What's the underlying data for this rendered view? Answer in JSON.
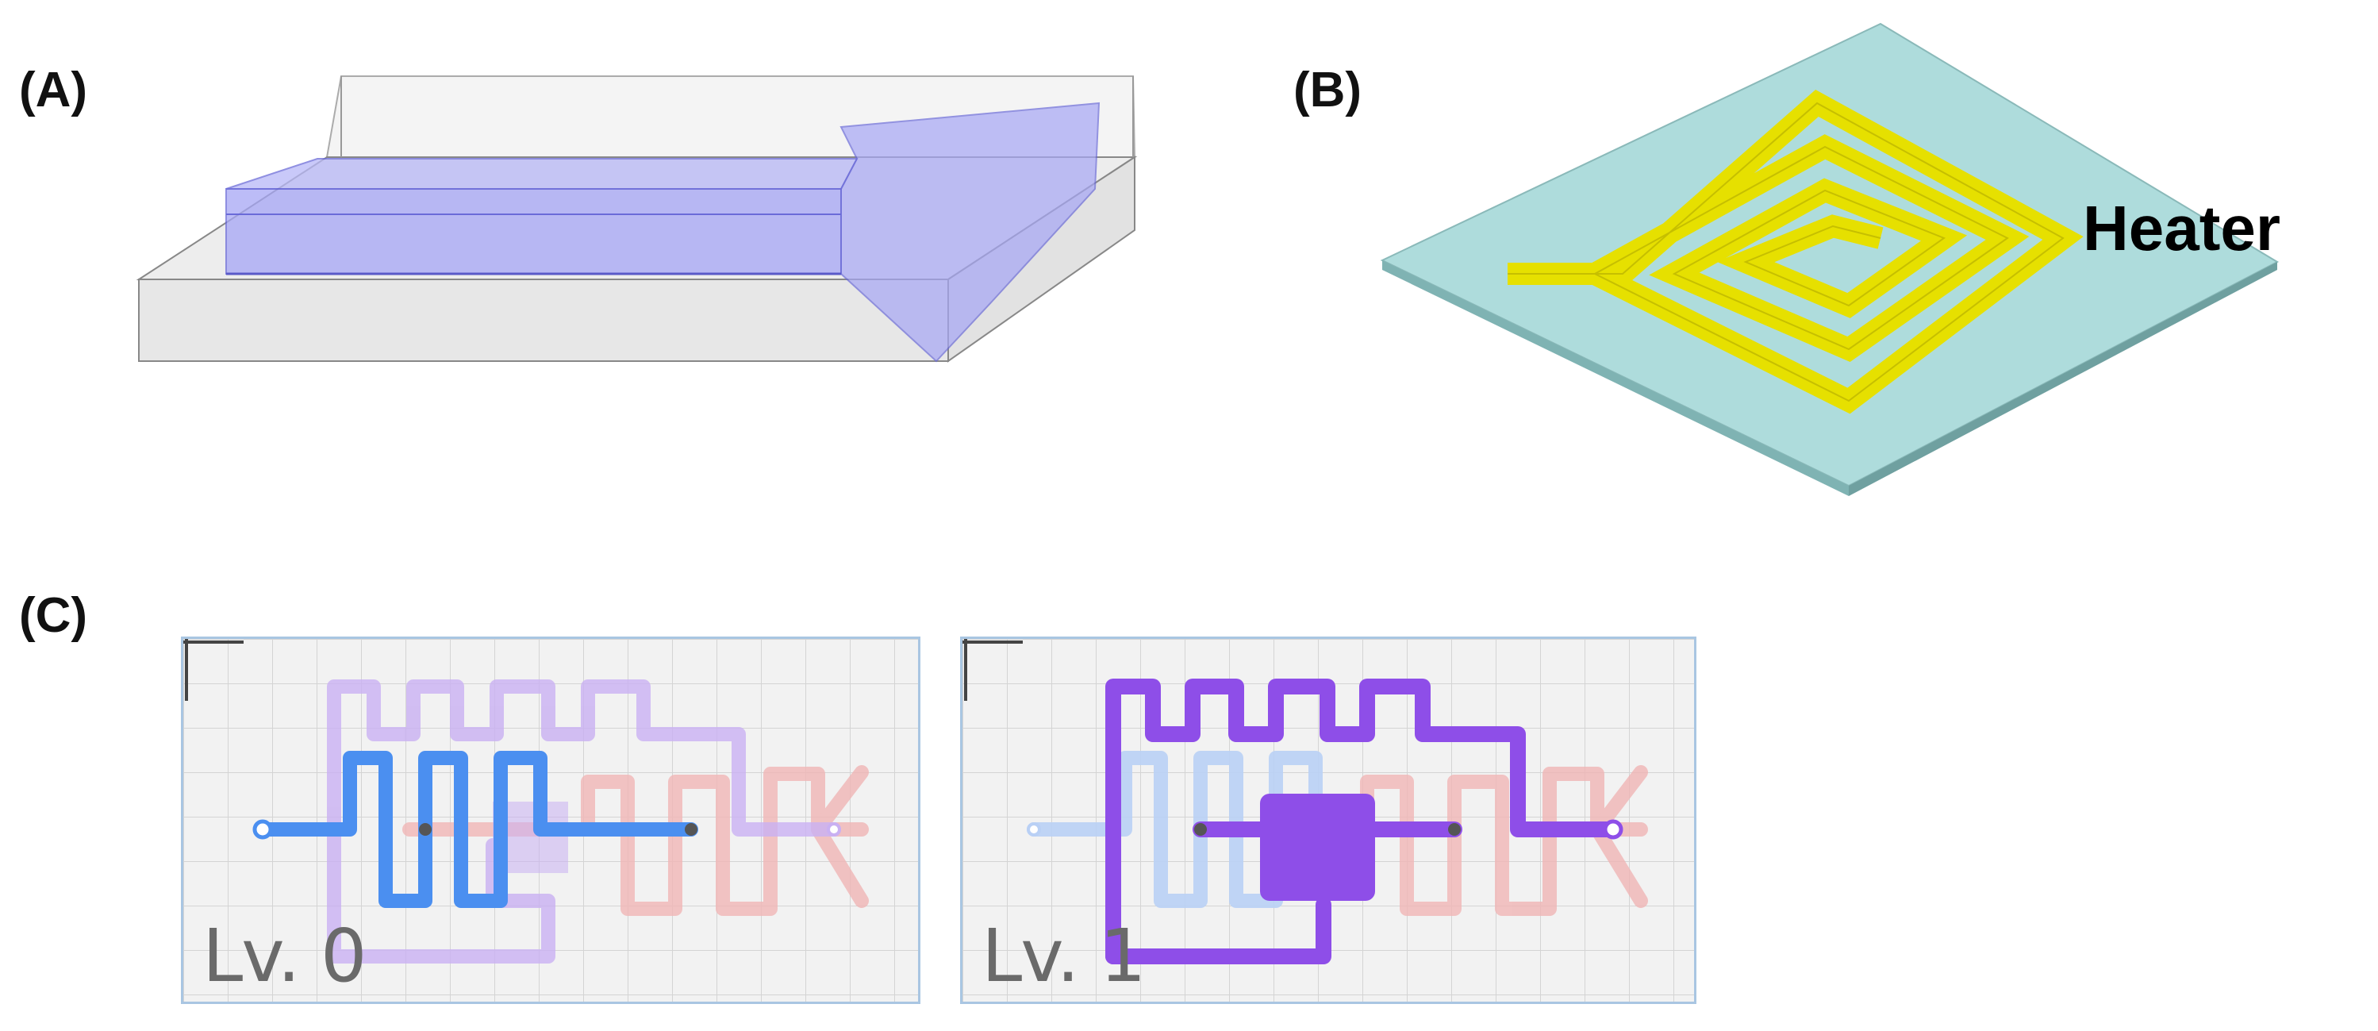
{
  "panels": {
    "a": {
      "label": "(A)"
    },
    "b": {
      "label": "(B)",
      "heater_label": "Heater"
    },
    "c": {
      "label": "(C)",
      "levels": [
        {
          "label": "Lv. 0"
        },
        {
          "label": "Lv. 1"
        }
      ]
    }
  },
  "colors": {
    "channel_fill": "#a6a6f5",
    "chip_fill": "#eeeeee",
    "substrate": "#aedcdc",
    "heater": "#e6e000",
    "grid_border": "#a9c6e2",
    "blue_path": "#4b8ff0",
    "purple_path": "#8e4ee8",
    "pink_path": "#f0b5b5"
  }
}
